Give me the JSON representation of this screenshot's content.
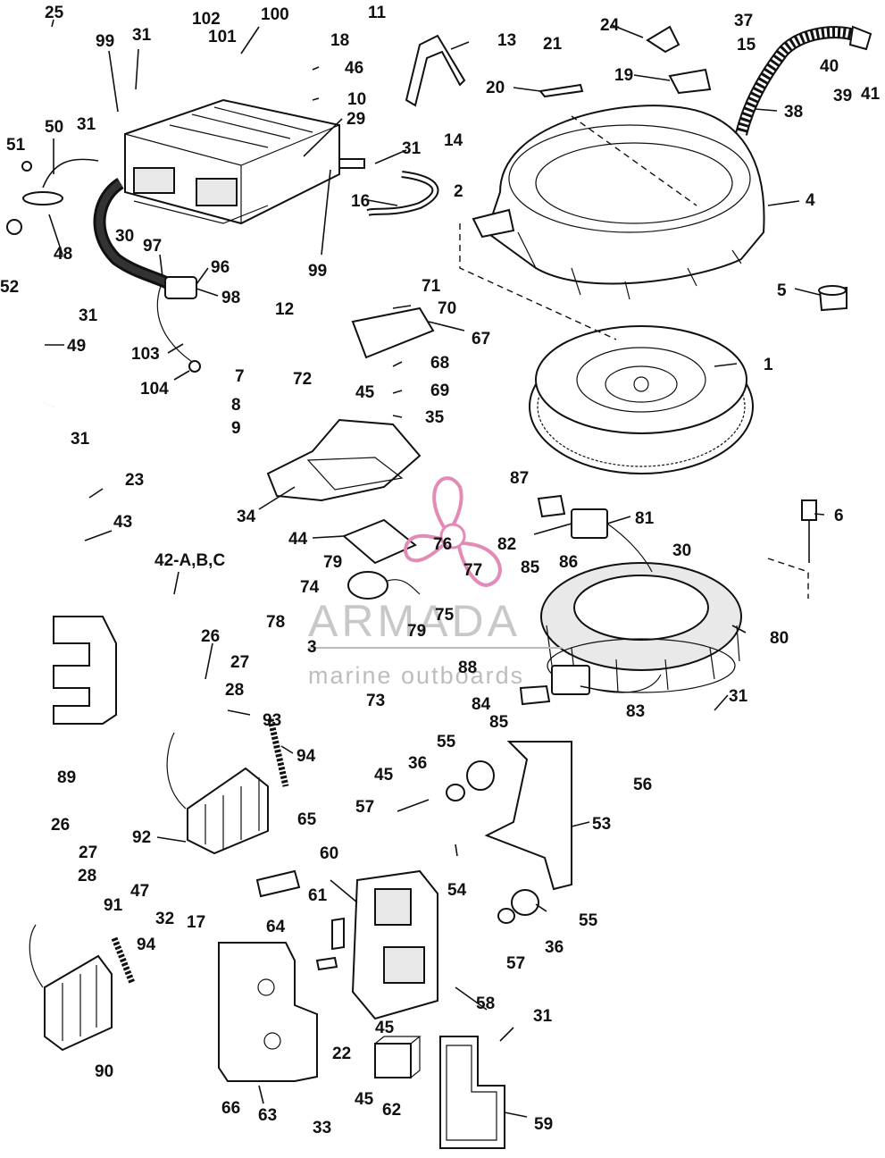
{
  "diagram": {
    "callouts": [
      {
        "id": "c25",
        "text": "25"
      },
      {
        "id": "c102",
        "text": "102"
      },
      {
        "id": "c100",
        "text": "100"
      },
      {
        "id": "c11",
        "text": "11"
      },
      {
        "id": "c24",
        "text": "24"
      },
      {
        "id": "c37",
        "text": "37"
      },
      {
        "id": "c99a",
        "text": "99"
      },
      {
        "id": "c31a",
        "text": "31"
      },
      {
        "id": "c101",
        "text": "101"
      },
      {
        "id": "c18",
        "text": "18"
      },
      {
        "id": "c13",
        "text": "13"
      },
      {
        "id": "c21",
        "text": "21"
      },
      {
        "id": "c15",
        "text": "15"
      },
      {
        "id": "c46",
        "text": "46"
      },
      {
        "id": "c19",
        "text": "19"
      },
      {
        "id": "c40",
        "text": "40"
      },
      {
        "id": "c10",
        "text": "10"
      },
      {
        "id": "c20",
        "text": "20"
      },
      {
        "id": "c39",
        "text": "39"
      },
      {
        "id": "c41",
        "text": "41"
      },
      {
        "id": "c38",
        "text": "38"
      },
      {
        "id": "c50",
        "text": "50"
      },
      {
        "id": "c31b",
        "text": "31"
      },
      {
        "id": "c29",
        "text": "29"
      },
      {
        "id": "c51",
        "text": "51"
      },
      {
        "id": "c14",
        "text": "14"
      },
      {
        "id": "c31c",
        "text": "31"
      },
      {
        "id": "c16",
        "text": "16"
      },
      {
        "id": "c2",
        "text": "2"
      },
      {
        "id": "c4",
        "text": "4"
      },
      {
        "id": "c99b",
        "text": "99"
      },
      {
        "id": "c48",
        "text": "48"
      },
      {
        "id": "c30a",
        "text": "30"
      },
      {
        "id": "c97",
        "text": "97"
      },
      {
        "id": "c52",
        "text": "52"
      },
      {
        "id": "c96",
        "text": "96"
      },
      {
        "id": "c98",
        "text": "98"
      },
      {
        "id": "c31d",
        "text": "31"
      },
      {
        "id": "c5",
        "text": "5"
      },
      {
        "id": "c71",
        "text": "71"
      },
      {
        "id": "c12",
        "text": "12"
      },
      {
        "id": "c70",
        "text": "70"
      },
      {
        "id": "c67",
        "text": "67"
      },
      {
        "id": "c49",
        "text": "49"
      },
      {
        "id": "c103",
        "text": "103"
      },
      {
        "id": "c1",
        "text": "1"
      },
      {
        "id": "c68",
        "text": "68"
      },
      {
        "id": "c7",
        "text": "7"
      },
      {
        "id": "c72",
        "text": "72"
      },
      {
        "id": "c104",
        "text": "104"
      },
      {
        "id": "c45a",
        "text": "45"
      },
      {
        "id": "c69",
        "text": "69"
      },
      {
        "id": "c8",
        "text": "8"
      },
      {
        "id": "c35",
        "text": "35"
      },
      {
        "id": "c9",
        "text": "9"
      },
      {
        "id": "c31e",
        "text": "31"
      },
      {
        "id": "c23",
        "text": "23"
      },
      {
        "id": "c87",
        "text": "87"
      },
      {
        "id": "c34",
        "text": "34"
      },
      {
        "id": "c6",
        "text": "6"
      },
      {
        "id": "c81",
        "text": "81"
      },
      {
        "id": "c43",
        "text": "43"
      },
      {
        "id": "c44",
        "text": "44"
      },
      {
        "id": "c82",
        "text": "82"
      },
      {
        "id": "c30b",
        "text": "30"
      },
      {
        "id": "c42",
        "text": "42-A,B,C"
      },
      {
        "id": "c76",
        "text": "76"
      },
      {
        "id": "c85a",
        "text": "85"
      },
      {
        "id": "c86",
        "text": "86"
      },
      {
        "id": "c79a",
        "text": "79"
      },
      {
        "id": "c77",
        "text": "77"
      },
      {
        "id": "c74",
        "text": "74"
      },
      {
        "id": "c75",
        "text": "75"
      },
      {
        "id": "c78",
        "text": "78"
      },
      {
        "id": "c3",
        "text": "3"
      },
      {
        "id": "c79b",
        "text": "79"
      },
      {
        "id": "c80",
        "text": "80"
      },
      {
        "id": "c26a",
        "text": "26"
      },
      {
        "id": "c27a",
        "text": "27"
      },
      {
        "id": "c28a",
        "text": "28"
      },
      {
        "id": "c88",
        "text": "88"
      },
      {
        "id": "c73",
        "text": "73"
      },
      {
        "id": "c84",
        "text": "84"
      },
      {
        "id": "c31f",
        "text": "31"
      },
      {
        "id": "c85b",
        "text": "85"
      },
      {
        "id": "c83",
        "text": "83"
      },
      {
        "id": "c93",
        "text": "93"
      },
      {
        "id": "c55a",
        "text": "55"
      },
      {
        "id": "c94a",
        "text": "94"
      },
      {
        "id": "c89",
        "text": "89"
      },
      {
        "id": "c36a",
        "text": "36"
      },
      {
        "id": "c56",
        "text": "56"
      },
      {
        "id": "c45b",
        "text": "45"
      },
      {
        "id": "c57a",
        "text": "57"
      },
      {
        "id": "c65",
        "text": "65"
      },
      {
        "id": "c53",
        "text": "53"
      },
      {
        "id": "c92",
        "text": "92"
      },
      {
        "id": "c26b",
        "text": "26"
      },
      {
        "id": "c60",
        "text": "60"
      },
      {
        "id": "c27b",
        "text": "27"
      },
      {
        "id": "c54",
        "text": "54"
      },
      {
        "id": "c28b",
        "text": "28"
      },
      {
        "id": "c47",
        "text": "47"
      },
      {
        "id": "c32",
        "text": "32"
      },
      {
        "id": "c17",
        "text": "17"
      },
      {
        "id": "c61",
        "text": "61"
      },
      {
        "id": "c55b",
        "text": "55"
      },
      {
        "id": "c91",
        "text": "91"
      },
      {
        "id": "c64",
        "text": "64"
      },
      {
        "id": "c36b",
        "text": "36"
      },
      {
        "id": "c94b",
        "text": "94"
      },
      {
        "id": "c57b",
        "text": "57"
      },
      {
        "id": "c58",
        "text": "58"
      },
      {
        "id": "c31g",
        "text": "31"
      },
      {
        "id": "c45c",
        "text": "45"
      },
      {
        "id": "c22",
        "text": "22"
      },
      {
        "id": "c90",
        "text": "90"
      },
      {
        "id": "c66",
        "text": "66"
      },
      {
        "id": "c63",
        "text": "63"
      },
      {
        "id": "c45d",
        "text": "45"
      },
      {
        "id": "c62",
        "text": "62"
      },
      {
        "id": "c59",
        "text": "59"
      },
      {
        "id": "c33",
        "text": "33"
      }
    ]
  },
  "watermark": {
    "brand": "ARMADA",
    "tagline": "marine outboards",
    "logo_color": "#e38bb6"
  }
}
